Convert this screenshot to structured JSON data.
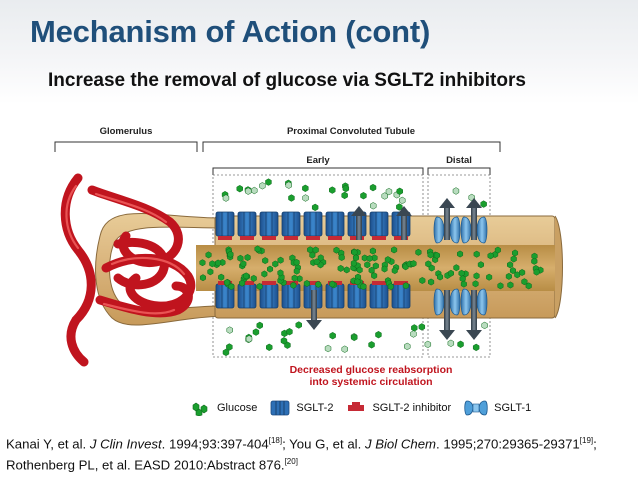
{
  "slide": {
    "title": "Mechanism of Action (cont)",
    "subtitle": "Increase the removal of glucose via SGLT2 inhibitors"
  },
  "diagram": {
    "section_labels": {
      "glomerulus": "Glomerulus",
      "proximal_tubule": "Proximal Convoluted Tubule",
      "early": "Early",
      "distal": "Distal"
    },
    "caption_line1": "Decreased glucose reabsorption",
    "caption_line2": "into systemic circulation",
    "colors": {
      "glucose": "#1a9e2e",
      "sglt2": "#2d6fb5",
      "inhibitor": "#c62a35",
      "sglt1": "#4f9fd9",
      "tubule": "#d8b27a",
      "glomerulus": "#c0141e"
    }
  },
  "legend": {
    "glucose": "Glucose",
    "sglt2": "SGLT-2",
    "inhibitor": "SGLT-2 inhibitor",
    "sglt1": "SGLT-1"
  },
  "references": {
    "r1_authors": "Kanai Y, et al. ",
    "r1_journal": "J Clin Invest",
    "r1_rest": ". 1994;93:397-404",
    "r1_sup": "[18]",
    "r2_authors": "; You G, et al. ",
    "r2_journal": "J Biol Chem",
    "r2_rest": ". 1995;270:29365-29371",
    "r2_sup": "[19]",
    "r3": "; Rothenberg PL, et al. EASD 2010:Abstract 876.",
    "r3_sup": "[20]"
  }
}
